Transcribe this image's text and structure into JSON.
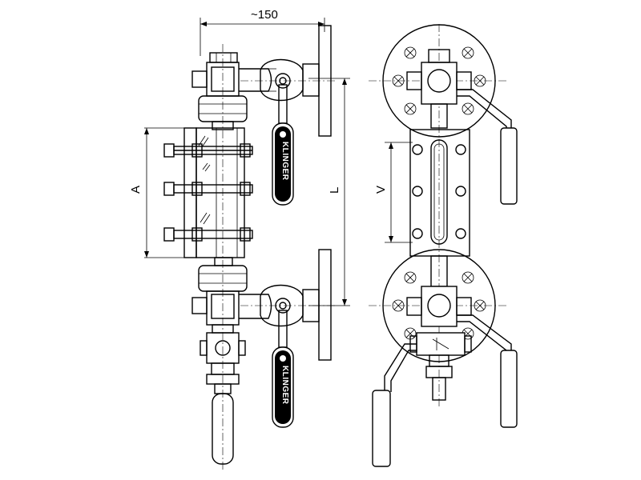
{
  "dimensions": {
    "width_label": "~150",
    "a_label": "A",
    "l_label": "L",
    "v_label": "V"
  },
  "logos": {
    "brand_upper": "KLINGER",
    "brand_lower": "KLINGER"
  }
}
